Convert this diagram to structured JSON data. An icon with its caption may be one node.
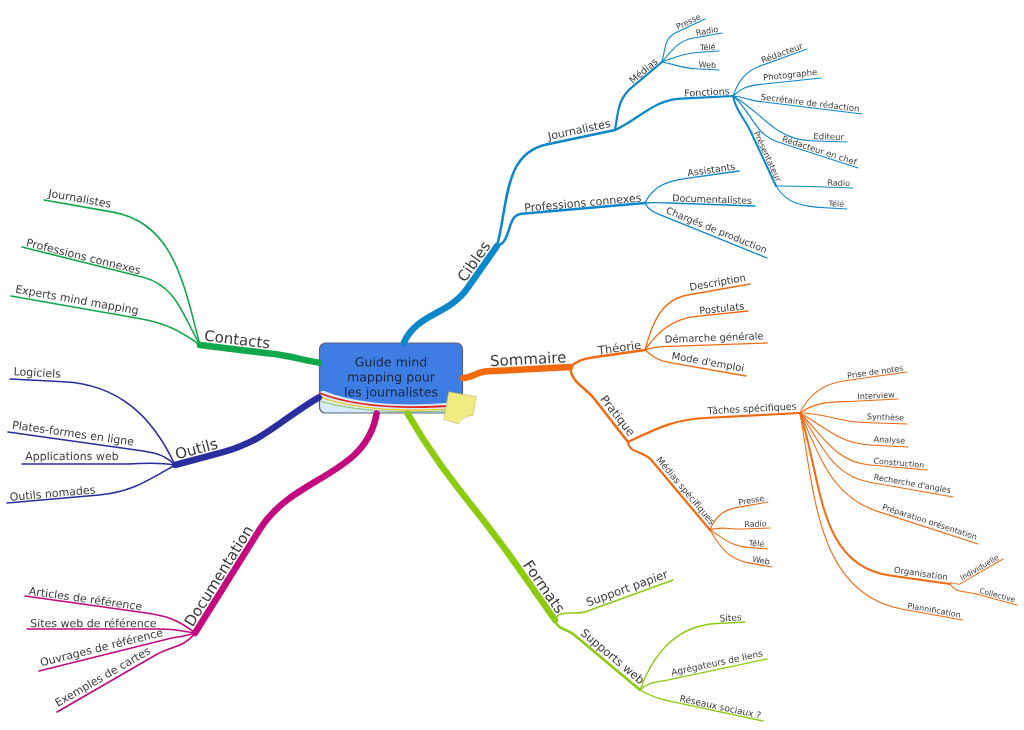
{
  "diagram": {
    "nodes": [
      {
        "text": [
          "Guide mind mapping pour les journalistes"
        ]
      },
      {
        "text": [
          "Cibles"
        ]
      },
      {
        "text": [
          "Journalistes"
        ]
      },
      {
        "text": [
          "Médias"
        ]
      },
      {
        "text": [
          "Presse"
        ]
      },
      {
        "text": [
          "Radio"
        ]
      },
      {
        "text": [
          "Télé"
        ]
      },
      {
        "text": [
          "Web"
        ]
      },
      {
        "text": [
          "Fonctions"
        ]
      },
      {
        "text": [
          "Rédacteur"
        ]
      },
      {
        "text": [
          "Photographe"
        ]
      },
      {
        "text": [
          "Secrétaire de rédaction"
        ]
      },
      {
        "text": [
          "Editeur"
        ]
      },
      {
        "text": [
          "Rédacteur en chef"
        ]
      },
      {
        "text": [
          "Présentateur"
        ]
      },
      {
        "text": [
          "Radio"
        ]
      },
      {
        "text": [
          "Télé"
        ]
      },
      {
        "text": [
          "Professions connexes"
        ]
      },
      {
        "text": [
          "Assistants"
        ]
      },
      {
        "text": [
          "Documentalistes"
        ]
      },
      {
        "text": [
          "Chargés de production"
        ]
      },
      {
        "text": [
          "Sommaire"
        ]
      },
      {
        "text": [
          "Théorie"
        ]
      },
      {
        "text": [
          "Description"
        ]
      },
      {
        "text": [
          "Postulats"
        ]
      },
      {
        "text": [
          "Démarche générale"
        ]
      },
      {
        "text": [
          "Mode d'emploi"
        ]
      },
      {
        "text": [
          "Pratique"
        ]
      },
      {
        "text": [
          "Tâches spécifiques"
        ]
      },
      {
        "text": [
          "Prise de notes"
        ]
      },
      {
        "text": [
          "Interview"
        ]
      },
      {
        "text": [
          "Synthèse"
        ]
      },
      {
        "text": [
          "Analyse"
        ]
      },
      {
        "text": [
          "Construction"
        ]
      },
      {
        "text": [
          "Recherche d'angles"
        ]
      },
      {
        "text": [
          "Préparation orésentation"
        ]
      },
      {
        "text": [
          "Organisation"
        ]
      },
      {
        "text": [
          "Individuelle"
        ]
      },
      {
        "text": [
          "Collective"
        ]
      },
      {
        "text": [
          "Plannification"
        ]
      },
      {
        "text": [
          "Médias spécifiques"
        ]
      },
      {
        "text": [
          "Presse"
        ]
      },
      {
        "text": [
          "Radio"
        ]
      },
      {
        "text": [
          "Télé"
        ]
      },
      {
        "text": [
          "Web"
        ]
      },
      {
        "text": [
          "Formats"
        ]
      },
      {
        "text": [
          "Support papier"
        ]
      },
      {
        "text": [
          "Supports web"
        ]
      },
      {
        "text": [
          "Sites"
        ]
      },
      {
        "text": [
          "Agrégateurs de liens"
        ]
      },
      {
        "text": [
          "Réseaux sociaux ?"
        ]
      },
      {
        "text": [
          "Documentation"
        ]
      },
      {
        "text": [
          "Articles de référence"
        ]
      },
      {
        "text": [
          "Sites web de référence"
        ]
      },
      {
        "text": [
          "Ouvrages de référence"
        ]
      },
      {
        "text": [
          "Exemples de cartes"
        ]
      },
      {
        "text": [
          "Outils"
        ]
      },
      {
        "text": [
          "Logiciels"
        ]
      },
      {
        "text": [
          "Plates-formes en ligne"
        ]
      },
      {
        "text": [
          "Applications web"
        ]
      },
      {
        "text": [
          "Outils nomades"
        ]
      },
      {
        "text": [
          "Contacts"
        ]
      },
      {
        "text": [
          "Journalistes"
        ]
      },
      {
        "text": [
          "Professions connexes"
        ]
      },
      {
        "text": [
          "Experts mind mapping"
        ]
      }
    ],
    "edges": [
      {
        "from": 0,
        "to": 1,
        "arrow": "none",
        "style": "thick",
        "color": "#0b87cc"
      },
      {
        "from": 1,
        "to": 2,
        "arrow": "none",
        "color": "#0b87cc"
      },
      {
        "from": 2,
        "to": 3,
        "arrow": "none",
        "color": "#0b87cc"
      },
      {
        "from": 3,
        "to": 4,
        "arrow": "none",
        "color": "#0b87cc"
      },
      {
        "from": 3,
        "to": 5,
        "arrow": "none",
        "color": "#0b87cc"
      },
      {
        "from": 3,
        "to": 6,
        "arrow": "none",
        "color": "#0b87cc"
      },
      {
        "from": 3,
        "to": 7,
        "arrow": "none",
        "color": "#0b87cc"
      },
      {
        "from": 2,
        "to": 8,
        "arrow": "none",
        "color": "#0b87cc"
      },
      {
        "from": 8,
        "to": 9,
        "arrow": "none",
        "color": "#0b87cc"
      },
      {
        "from": 8,
        "to": 10,
        "arrow": "none",
        "color": "#0b87cc"
      },
      {
        "from": 8,
        "to": 11,
        "arrow": "none",
        "color": "#0b87cc"
      },
      {
        "from": 8,
        "to": 12,
        "arrow": "none",
        "color": "#0b87cc"
      },
      {
        "from": 8,
        "to": 13,
        "arrow": "none",
        "color": "#0b87cc"
      },
      {
        "from": 8,
        "to": 14,
        "arrow": "none",
        "color": "#0b87cc"
      },
      {
        "from": 14,
        "to": 15,
        "arrow": "none",
        "color": "#0b87cc"
      },
      {
        "from": 14,
        "to": 16,
        "arrow": "none",
        "color": "#0b87cc"
      },
      {
        "from": 1,
        "to": 17,
        "arrow": "none",
        "color": "#0b87cc"
      },
      {
        "from": 17,
        "to": 18,
        "arrow": "none",
        "color": "#0b87cc"
      },
      {
        "from": 17,
        "to": 19,
        "arrow": "none",
        "color": "#0b87cc"
      },
      {
        "from": 17,
        "to": 20,
        "arrow": "none",
        "color": "#0b87cc"
      },
      {
        "from": 0,
        "to": 21,
        "arrow": "none",
        "style": "thick"
      },
      {
        "from": 21,
        "to": 22,
        "arrow": "none"
      },
      {
        "from": 22,
        "to": 23,
        "arrow": "none"
      },
      {
        "from": 22,
        "to": 24,
        "arrow": "none"
      },
      {
        "from": 22,
        "to": 25,
        "arrow": "none"
      },
      {
        "from": 22,
        "to": 26,
        "arrow": "none"
      },
      {
        "from": 21,
        "to": 27,
        "arrow": "none"
      },
      {
        "from": 27,
        "to": 28,
        "arrow": "none"
      },
      {
        "from": 28,
        "to": 29,
        "arrow": "none"
      },
      {
        "from": 28,
        "to": 30,
        "arrow": "none"
      },
      {
        "from": 28,
        "to": 31,
        "arrow": "none"
      },
      {
        "from": 28,
        "to": 32,
        "arrow": "none"
      },
      {
        "from": 28,
        "to": 33,
        "arrow": "none"
      },
      {
        "from": 28,
        "to": 34,
        "arrow": "none"
      },
      {
        "from": 28,
        "to": 35,
        "arrow": "none"
      },
      {
        "from": 28,
        "to": 36,
        "arrow": "none"
      },
      {
        "from": 36,
        "to": 37,
        "arrow": "none"
      },
      {
        "from": 36,
        "to": 38,
        "arrow": "none"
      },
      {
        "from": 28,
        "to": 39,
        "arrow": "none"
      },
      {
        "from": 27,
        "to": 40,
        "arrow": "none"
      },
      {
        "from": 40,
        "to": 41,
        "arrow": "none"
      },
      {
        "from": 40,
        "to": 42,
        "arrow": "none"
      },
      {
        "from": 40,
        "to": 43,
        "arrow": "none"
      },
      {
        "from": 40,
        "to": 44,
        "arrow": "none"
      },
      {
        "from": 0,
        "to": 45,
        "arrow": "none",
        "style": "thick",
        "color": "#8ccb0e"
      },
      {
        "from": 45,
        "to": 46,
        "arrow": "none",
        "color": "#8ccb0e"
      },
      {
        "from": 45,
        "to": 47,
        "arrow": "none",
        "color": "#8ccb0e"
      },
      {
        "from": 47,
        "to": 48,
        "arrow": "none",
        "color": "#8ccb0e"
      },
      {
        "from": 47,
        "to": 49,
        "arrow": "none",
        "color": "#8ccb0e"
      },
      {
        "from": 47,
        "to": 50,
        "arrow": "none",
        "color": "#8ccb0e"
      },
      {
        "from": 0,
        "to": 51,
        "arrow": "none",
        "style": "thick",
        "color": "#c4087f"
      },
      {
        "from": 51,
        "to": 52,
        "arrow": "none",
        "color": "#c4087f"
      },
      {
        "from": 51,
        "to": 53,
        "arrow": "none",
        "color": "#c4087f"
      },
      {
        "from": 51,
        "to": 54,
        "arrow": "none",
        "color": "#c4087f"
      },
      {
        "from": 51,
        "to": 55,
        "arrow": "none",
        "color": "#c4087f"
      },
      {
        "from": 0,
        "to": 56,
        "arrow": "none",
        "style": "thick",
        "color": "#2b2e9e"
      },
      {
        "from": 56,
        "to": 57,
        "arrow": "none",
        "color": "#2b2e9e"
      },
      {
        "from": 56,
        "to": 58,
        "arrow": "none",
        "color": "#2b2e9e"
      },
      {
        "from": 56,
        "to": 59,
        "arrow": "none",
        "color": "#2b2e9e"
      },
      {
        "from": 56,
        "to": 60,
        "arrow": "none",
        "color": "#2b2e9e"
      },
      {
        "from": 0,
        "to": 61,
        "arrow": "none",
        "style": "thick",
        "color": "#10a84a"
      },
      {
        "from": 61,
        "to": 62,
        "arrow": "none",
        "color": "#10a84a"
      },
      {
        "from": 61,
        "to": 63,
        "arrow": "none",
        "color": "#10a84a"
      },
      {
        "from": 61,
        "to": 64,
        "arrow": "none",
        "color": "#10a84a"
      }
    ]
  }
}
